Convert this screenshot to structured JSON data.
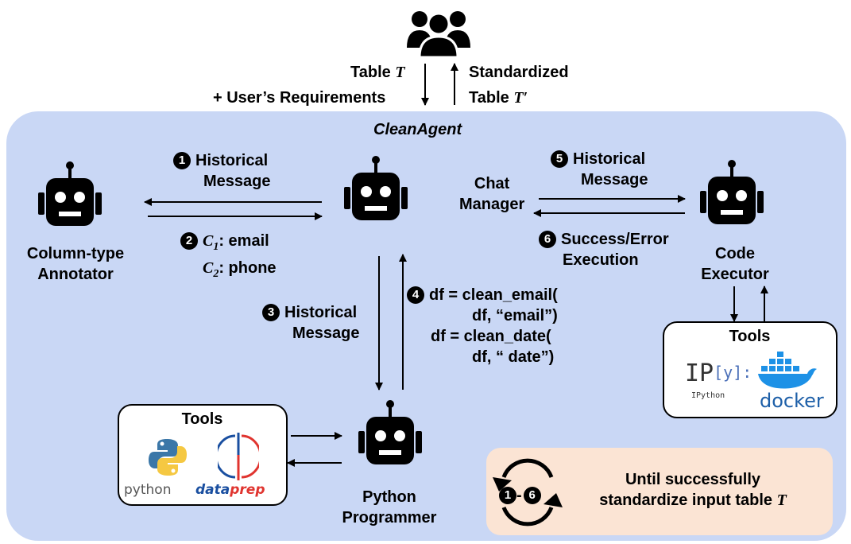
{
  "system_name": "CleanAgent",
  "top_input": {
    "line1_prefix": "Table ",
    "line1_var": "T",
    "line2": "+ User’s Requirements"
  },
  "top_output": {
    "line1": "Standardized",
    "line2_prefix": "Table ",
    "line2_var": "T′"
  },
  "agents": {
    "annotator": {
      "line1": "Column-type",
      "line2": "Annotator"
    },
    "manager": {
      "line1": "Chat",
      "line2": "Manager"
    },
    "executor": {
      "line1": "Code",
      "line2": "Executor"
    },
    "programmer": {
      "line1": "Python",
      "line2": "Programmer"
    }
  },
  "steps": {
    "s1": {
      "num": "1",
      "line1": "Historical",
      "line2": "Message"
    },
    "s2": {
      "num": "2",
      "c1_var": "C",
      "c1_sub": "1",
      "c1_text": ": email",
      "c2_var": "C",
      "c2_sub": "2",
      "c2_text": ": phone"
    },
    "s3": {
      "num": "3",
      "line1": "Historical",
      "line2": "Message"
    },
    "s4": {
      "num": "4",
      "lines": [
        "df = clean_email(",
        "df, “email”)",
        "df = clean_date(",
        "df, “ date”)"
      ]
    },
    "s5": {
      "num": "5",
      "line1": "Historical",
      "line2": "Message"
    },
    "s6": {
      "num": "6",
      "line1": "Success/Error",
      "line2": "Execution"
    }
  },
  "tools_left": {
    "title": "Tools",
    "python_label": "python",
    "dataprep_label_a": "data",
    "dataprep_label_b": "prep"
  },
  "tools_right": {
    "title": "Tools",
    "ipython_main": "IP",
    "ipython_bracket": "[y]:",
    "ipython_caption": "IPython",
    "docker_label": "docker"
  },
  "loop": {
    "from": "1",
    "to": "6",
    "line1": "Until successfully",
    "line2_prefix": "standardize input table ",
    "line2_var": "T"
  },
  "colors": {
    "panel": "#c9d7f5",
    "loop_box": "#fbe4d4",
    "python_blue": "#3b77a8",
    "python_yellow": "#f5c842",
    "dataprep_blue": "#1a4fa0",
    "dataprep_red": "#e0342f",
    "docker_blue": "#1d91e6"
  }
}
